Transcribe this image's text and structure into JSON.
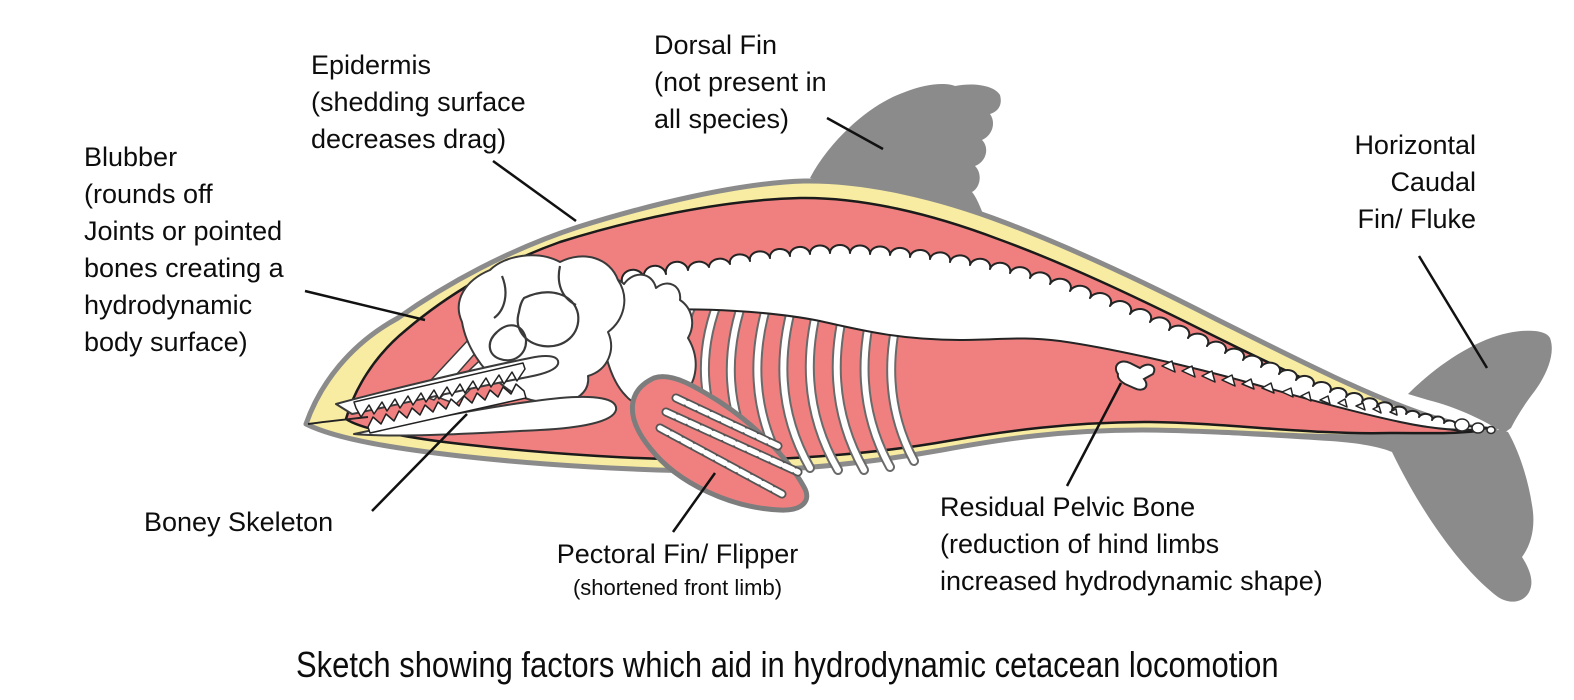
{
  "figure": {
    "caption": "Sketch showing factors which aid in hydrodynamic cetacean locomotion",
    "labels": {
      "epidermis": {
        "lines": [
          "Epidermis",
          "(shedding surface",
          "decreases drag)"
        ]
      },
      "blubber": {
        "lines": [
          "Blubber",
          "(rounds off",
          "Joints or pointed",
          "bones creating a",
          "hydrodynamic",
          "body surface)"
        ]
      },
      "dorsal_fin": {
        "lines": [
          "Dorsal Fin",
          "(not present in",
          "all species)"
        ]
      },
      "caudal_fin": {
        "lines": [
          "Horizontal",
          "Caudal",
          "Fin/ Fluke"
        ]
      },
      "boney_skeleton": {
        "lines": [
          "Boney Skeleton"
        ]
      },
      "pectoral_fin": {
        "title": "Pectoral Fin/ Flipper",
        "subtitle": "(shortened front limb)"
      },
      "pelvic_bone": {
        "lines": [
          "Residual Pelvic Bone",
          "(reduction of hind limbs",
          "increased hydrodynamic shape)"
        ]
      }
    },
    "colors": {
      "muscle_pink": "#F08080",
      "blubber_yellow": "#F8ECA2",
      "fin_gray": "#8B8B8B",
      "bone_white": "#FFFFFF",
      "line_black": "#111111"
    }
  }
}
